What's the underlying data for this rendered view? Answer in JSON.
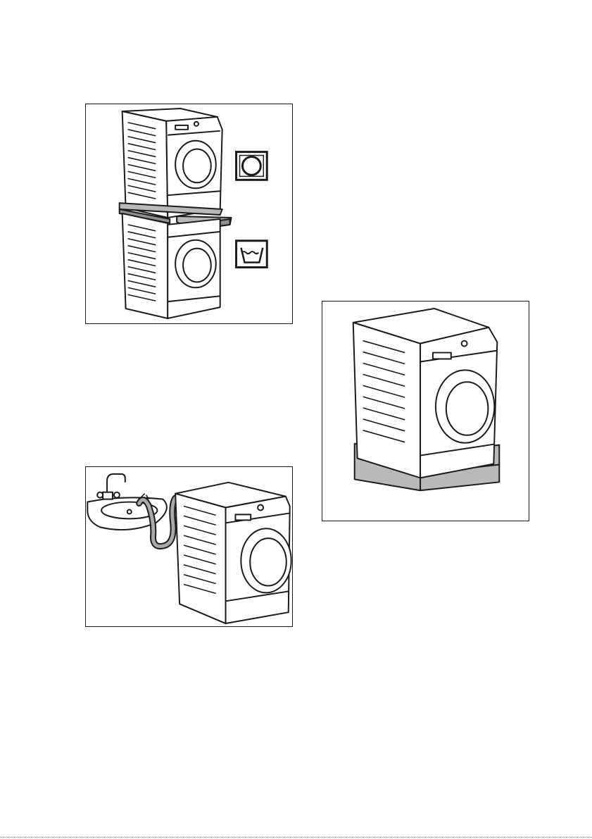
{
  "page": {
    "figures": [
      {
        "id": "stacking-kit",
        "icons": [
          "dryer-symbol-icon",
          "washing-machine-symbol-icon"
        ]
      },
      {
        "id": "plinth"
      },
      {
        "id": "drain-to-sink"
      }
    ]
  },
  "colors": {
    "outline": "#1a1a1a",
    "appliance_body": "#ffffff",
    "accessory_fill": "#b9b9b9",
    "accessory_fill_dark": "#8f8f8f",
    "hose_fill": "#a9a9a9"
  }
}
